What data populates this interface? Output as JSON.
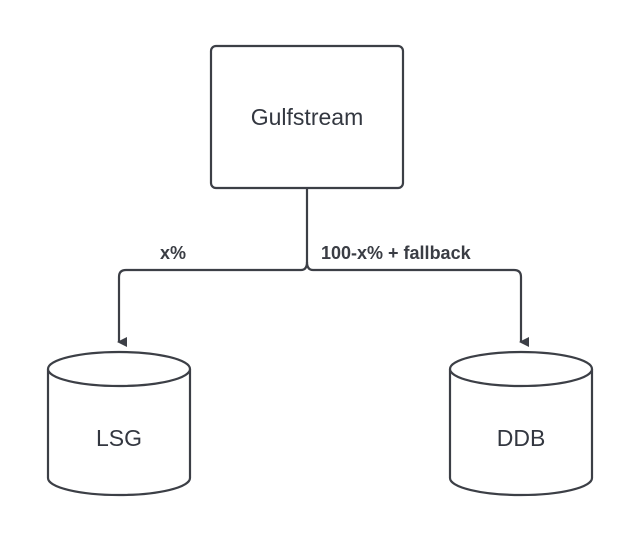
{
  "diagram": {
    "nodes": {
      "gulfstream": {
        "label": "Gulfstream",
        "shape": "rectangle"
      },
      "lsg": {
        "label": "LSG",
        "shape": "cylinder"
      },
      "ddb": {
        "label": "DDB",
        "shape": "cylinder"
      }
    },
    "edges": {
      "to_lsg": {
        "from": "Gulfstream",
        "to": "LSG",
        "label": "x%"
      },
      "to_ddb": {
        "from": "Gulfstream",
        "to": "DDB",
        "label": "100-x% + fallback"
      }
    },
    "colors": {
      "stroke": "#3c3f46",
      "text": "#333740",
      "background": "#ffffff"
    }
  }
}
